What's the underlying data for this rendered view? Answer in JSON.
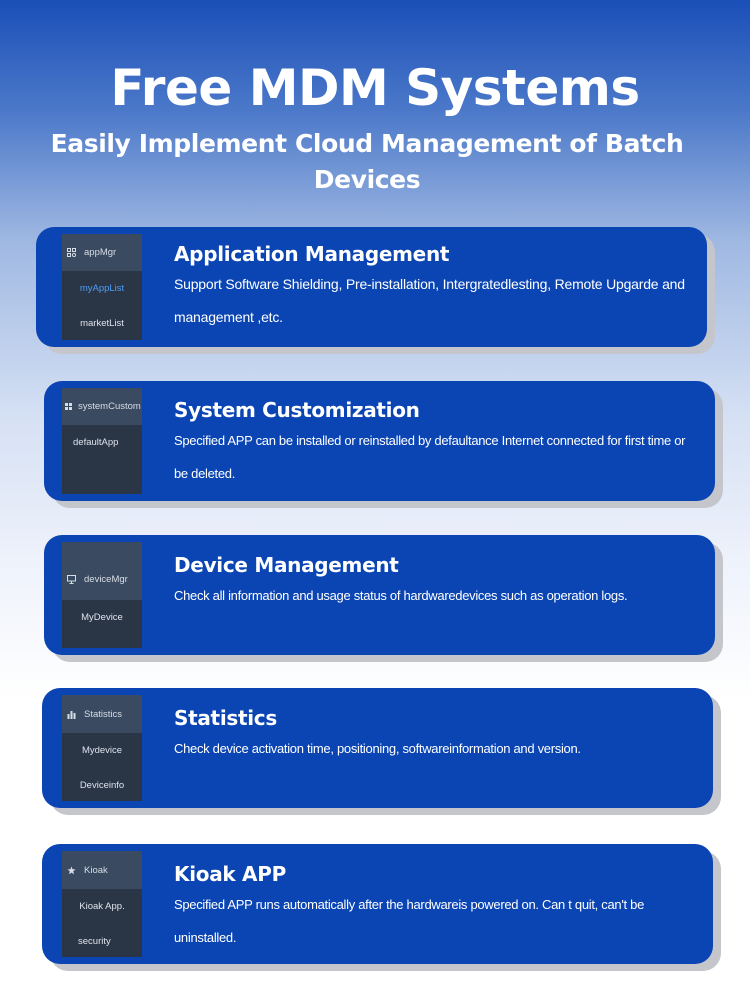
{
  "header": {
    "title": "Free MDM Systems",
    "subtitle": "Easily Implement Cloud Management of Batch Devices"
  },
  "cards": [
    {
      "title": "Application Management",
      "description": "Support Software Shielding, Pre-installation, Intergratedlesting, Remote Upgarde and management ,etc.",
      "menu_header": "appMgr",
      "menu_icon": "apps-icon",
      "menu_items": [
        {
          "label": "myAppList",
          "active": true
        },
        {
          "label": "marketList",
          "active": false
        }
      ]
    },
    {
      "title": "System Customization",
      "description": "Specified APP can be installed or reinstalled by defaultance Internet connected for first time or be deleted.",
      "menu_header": "systemCustom",
      "menu_icon": "grid-icon",
      "menu_items": [
        {
          "label": "defaultApp",
          "active": false
        }
      ]
    },
    {
      "title": "Device Management",
      "description": "Check all information and usage status of hardwaredevices such as operation logs.",
      "menu_header": "deviceMgr",
      "menu_icon": "monitor-icon",
      "menu_items": [
        {
          "label": "MyDevice",
          "active": false
        }
      ]
    },
    {
      "title": "Statistics",
      "description": "Check device activation time, positioning, softwareinformation and version.",
      "menu_header": "Statistics",
      "menu_icon": "bar-chart-icon",
      "menu_items": [
        {
          "label": "Mydevice",
          "active": false
        },
        {
          "label": "Deviceinfo",
          "active": false
        }
      ]
    },
    {
      "title": "Kioak APP",
      "description": "Specified APP runs automatically after the hardwareis powered on. Can t quit, can't be uninstalled.",
      "menu_header": "Kioak",
      "menu_icon": "star-icon",
      "menu_items": [
        {
          "label": "Kioak App.",
          "active": false
        },
        {
          "label": "security",
          "active": false
        }
      ]
    }
  ],
  "colors": {
    "card_bg": "#0b45b4",
    "menu_bg": "#2a3546",
    "menu_header_bg": "#3a4a60",
    "active_item": "#4f9ef7"
  }
}
